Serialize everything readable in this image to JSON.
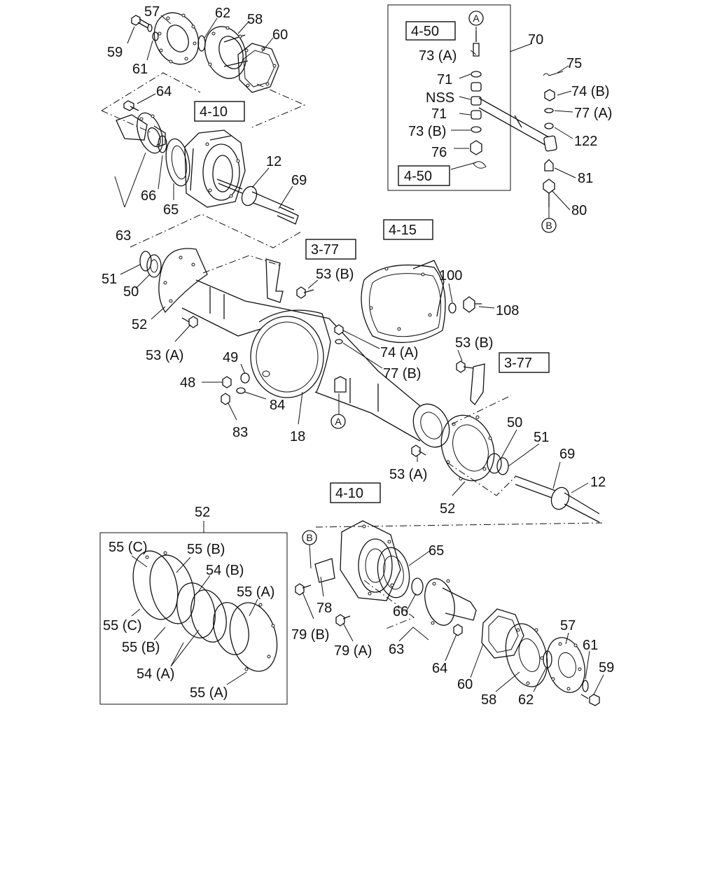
{
  "refs": [
    {
      "text": "4-50"
    },
    {
      "text": "4-50"
    },
    {
      "text": "4-10"
    },
    {
      "text": "4-15"
    },
    {
      "text": "3-77"
    },
    {
      "text": "3-77"
    },
    {
      "text": "4-10"
    }
  ],
  "circled": [
    {
      "text": "A"
    },
    {
      "text": "B"
    },
    {
      "text": "A"
    },
    {
      "text": "B"
    }
  ],
  "labels": [
    {
      "text": "57"
    },
    {
      "text": "62"
    },
    {
      "text": "58"
    },
    {
      "text": "60"
    },
    {
      "text": "59"
    },
    {
      "text": "61"
    },
    {
      "text": "64"
    },
    {
      "text": "12"
    },
    {
      "text": "69"
    },
    {
      "text": "66"
    },
    {
      "text": "65"
    },
    {
      "text": "63"
    },
    {
      "text": "70"
    },
    {
      "text": "73 (A)"
    },
    {
      "text": "71"
    },
    {
      "text": "NSS"
    },
    {
      "text": "71"
    },
    {
      "text": "73 (B)"
    },
    {
      "text": "76"
    },
    {
      "text": "75"
    },
    {
      "text": "74 (B)"
    },
    {
      "text": "77 (A)"
    },
    {
      "text": "122"
    },
    {
      "text": "81"
    },
    {
      "text": "80"
    },
    {
      "text": "51"
    },
    {
      "text": "50"
    },
    {
      "text": "52"
    },
    {
      "text": "53 (A)"
    },
    {
      "text": "53 (B)"
    },
    {
      "text": "100"
    },
    {
      "text": "108"
    },
    {
      "text": "74 (A)"
    },
    {
      "text": "77 (B)"
    },
    {
      "text": "49"
    },
    {
      "text": "48"
    },
    {
      "text": "84"
    },
    {
      "text": "83"
    },
    {
      "text": "18"
    },
    {
      "text": "53 (B)"
    },
    {
      "text": "50"
    },
    {
      "text": "51"
    },
    {
      "text": "69"
    },
    {
      "text": "12"
    },
    {
      "text": "53 (A)"
    },
    {
      "text": "52"
    },
    {
      "text": "52"
    },
    {
      "text": "55 (C)"
    },
    {
      "text": "55 (B)"
    },
    {
      "text": "54 (B)"
    },
    {
      "text": "55 (A)"
    },
    {
      "text": "55 (C)"
    },
    {
      "text": "55 (B)"
    },
    {
      "text": "54 (A)"
    },
    {
      "text": "55 (A)"
    },
    {
      "text": "65"
    },
    {
      "text": "78"
    },
    {
      "text": "79 (B)"
    },
    {
      "text": "79 (A)"
    },
    {
      "text": "66"
    },
    {
      "text": "63"
    },
    {
      "text": "64"
    },
    {
      "text": "60"
    },
    {
      "text": "58"
    },
    {
      "text": "62"
    },
    {
      "text": "57"
    },
    {
      "text": "61"
    },
    {
      "text": "59"
    }
  ]
}
